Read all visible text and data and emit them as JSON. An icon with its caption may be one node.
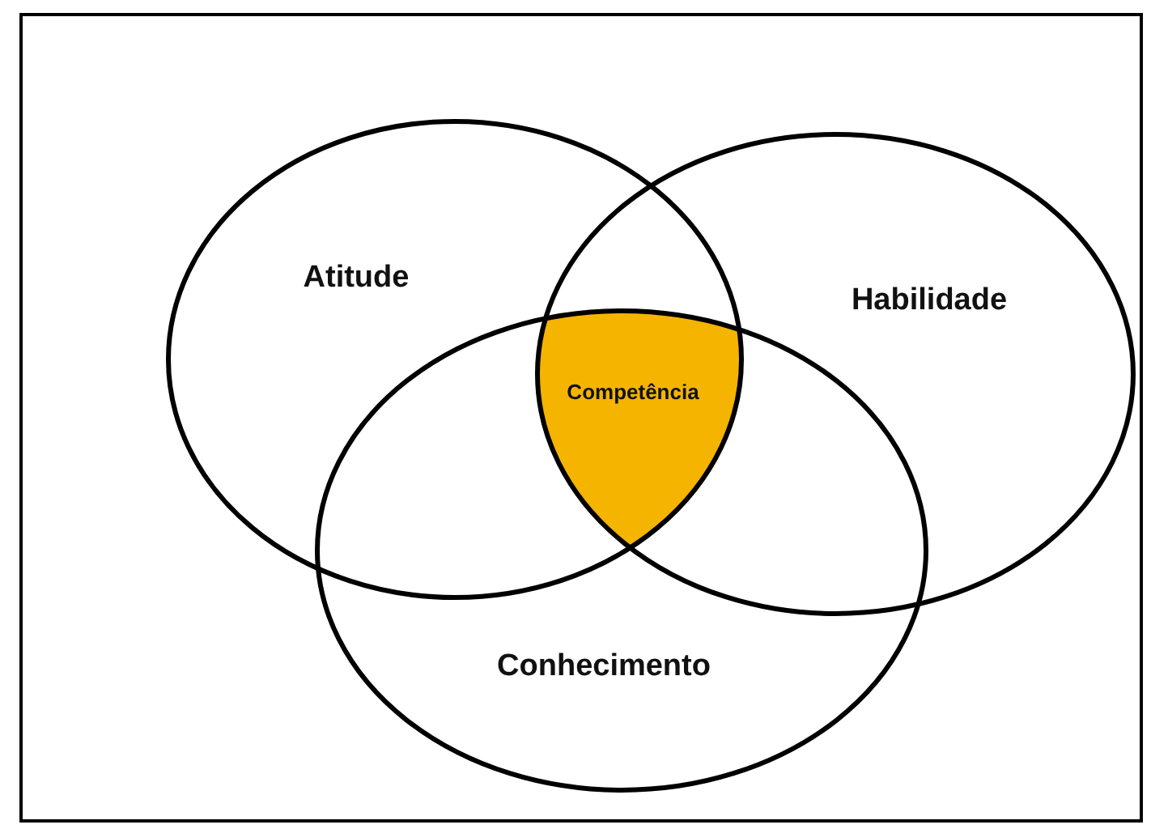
{
  "diagram": {
    "nodes": [
      {
        "text": [
          "Atitude"
        ]
      },
      {
        "text": [
          "Habilidade"
        ]
      },
      {
        "text": [
          "Competência"
        ]
      },
      {
        "text": [
          "Conhecimento"
        ]
      }
    ],
    "edges": []
  }
}
